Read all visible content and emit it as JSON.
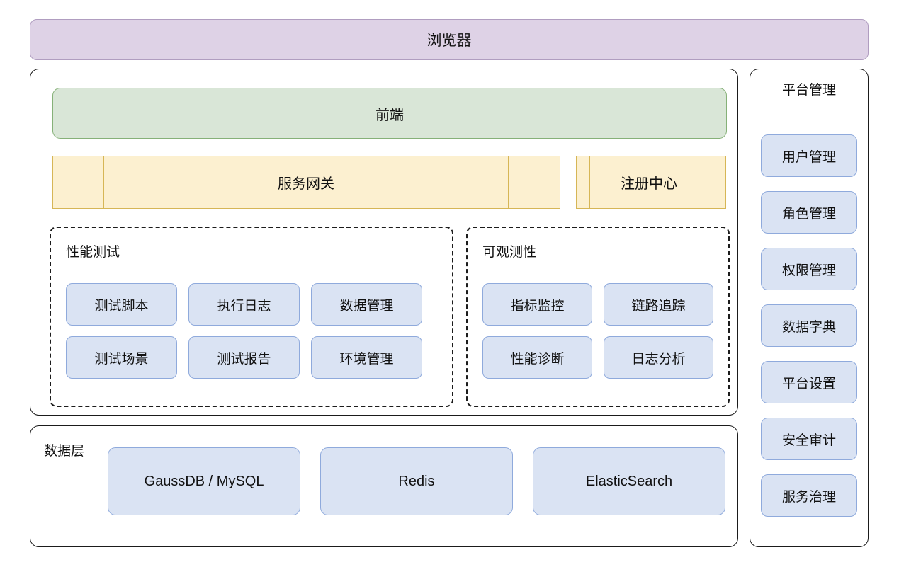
{
  "browser": {
    "label": "浏览器"
  },
  "application": {
    "frontend": {
      "label": "前端"
    },
    "gateway_row": [
      {
        "label": "服务网关",
        "name": "service-gateway"
      },
      {
        "label": "注册中心",
        "name": "registry-center"
      }
    ],
    "groups": [
      {
        "name": "performance-testing",
        "title": "性能测试",
        "rows": [
          [
            "测试脚本",
            "执行日志",
            "数据管理"
          ],
          [
            "测试场景",
            "测试报告",
            "环境管理"
          ]
        ]
      },
      {
        "name": "observability",
        "title": "可观测性",
        "rows": [
          [
            "指标监控",
            "链路追踪"
          ],
          [
            "性能诊断",
            "日志分析"
          ]
        ]
      }
    ]
  },
  "data_layer": {
    "title": "数据层",
    "stores": [
      "GaussDB / MySQL",
      "Redis",
      "ElasticSearch"
    ]
  },
  "platform": {
    "title": "平台管理",
    "items": [
      "用户管理",
      "角色管理",
      "权限管理",
      "数据字典",
      "平台设置",
      "安全审计",
      "服务治理"
    ]
  },
  "colors": {
    "browser_fill": "#ded2e6",
    "browser_stroke": "#b09dc0",
    "frontend_fill": "#d9e6d7",
    "frontend_stroke": "#86b178",
    "gateway_fill": "#fcf0d0",
    "gateway_stroke": "#d6b656",
    "tile_fill": "#dae3f3",
    "tile_stroke": "#8faadc",
    "card_stroke": "#1b1b1b",
    "background": "#ffffff"
  }
}
